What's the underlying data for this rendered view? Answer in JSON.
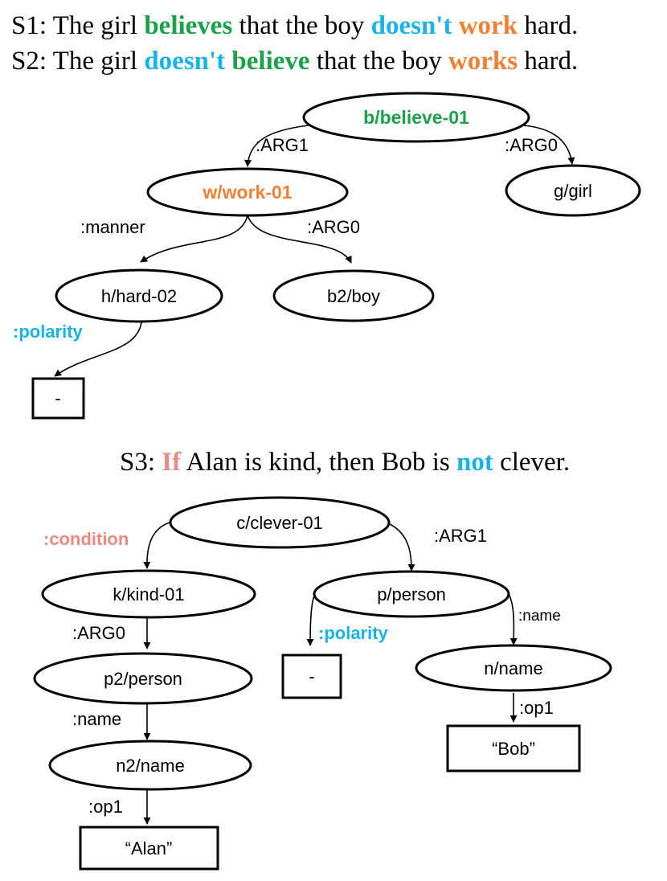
{
  "colors": {
    "green": "#1aa14a",
    "blue": "#18b4e8",
    "orange": "#ee8133",
    "salmon": "#ea8a80",
    "black": "#000000"
  },
  "sentences": {
    "s1": {
      "prefix": "S1: The girl ",
      "w1": "believes",
      "t1": " that the boy ",
      "w2": "doesn't",
      "t2": " ",
      "w3": "work",
      "t3": " hard."
    },
    "s2": {
      "prefix": "S2: The girl ",
      "w1": "doesn't",
      "t1": " ",
      "w2": "believe",
      "t2": " that the boy ",
      "w3": "works",
      "t3": " hard."
    },
    "s3": {
      "prefix": "S3: ",
      "w1": "If",
      "t1": " Alan is kind, then Bob is ",
      "w2": "not",
      "t2": " clever."
    }
  },
  "graph1": {
    "nodes": {
      "believe": "b/believe-01",
      "work": "w/work-01",
      "girl": "g/girl",
      "hard": "h/hard-02",
      "boy": "b2/boy",
      "neg": "-"
    },
    "edges": {
      "arg1": ":ARG1",
      "arg0_girl": ":ARG0",
      "manner": ":manner",
      "arg0_boy": ":ARG0",
      "polarity": ":polarity"
    }
  },
  "graph2": {
    "nodes": {
      "clever": "c/clever-01",
      "kind": "k/kind-01",
      "person": "p/person",
      "person2": "p2/person",
      "neg": "-",
      "name": "n/name",
      "name2": "n2/name",
      "bob": "“Bob”",
      "alan": "“Alan”"
    },
    "edges": {
      "condition": ":condition",
      "arg1": ":ARG1",
      "arg0": ":ARG0",
      "polarity": ":polarity",
      "name_p": ":name",
      "name_p2": ":name",
      "op1_bob": ":op1",
      "op1_alan": ":op1"
    }
  }
}
